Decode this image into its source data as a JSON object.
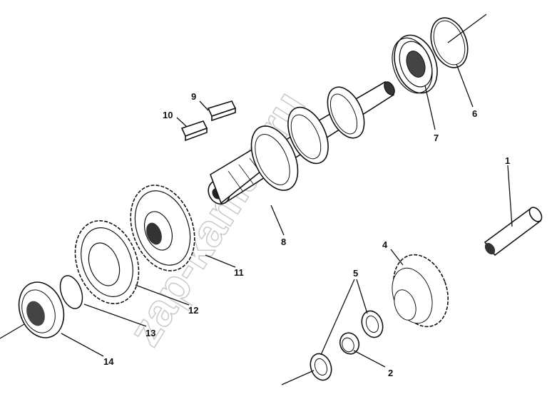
{
  "watermark": "zap-kamaz.ru",
  "callouts": [
    {
      "id": "1",
      "label": "1"
    },
    {
      "id": "2",
      "label": "2"
    },
    {
      "id": "4",
      "label": "4"
    },
    {
      "id": "5",
      "label": "5"
    },
    {
      "id": "6",
      "label": "6"
    },
    {
      "id": "7",
      "label": "7"
    },
    {
      "id": "8",
      "label": "8"
    },
    {
      "id": "9",
      "label": "9"
    },
    {
      "id": "10",
      "label": "10"
    },
    {
      "id": "11",
      "label": "11"
    },
    {
      "id": "12",
      "label": "12"
    },
    {
      "id": "13",
      "label": "13"
    },
    {
      "id": "14",
      "label": "14"
    }
  ]
}
